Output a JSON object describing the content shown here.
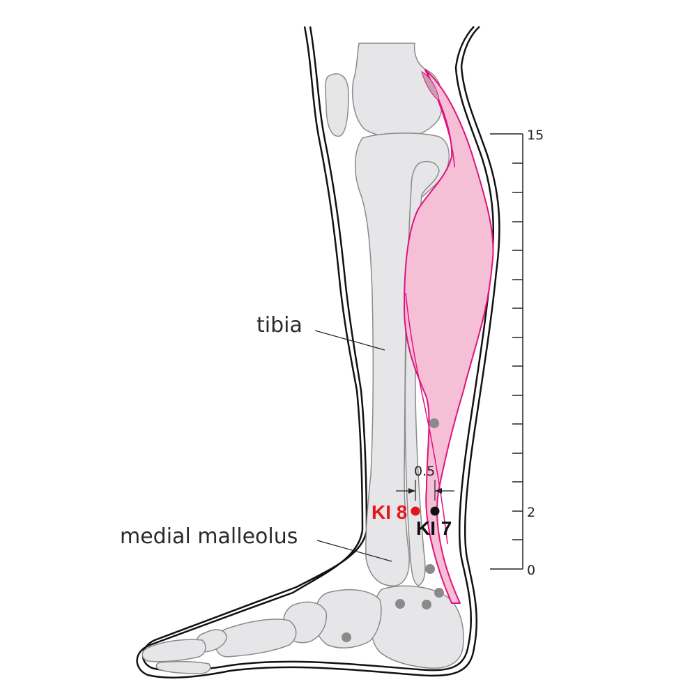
{
  "labels": {
    "tibia": "tibia",
    "medial_malleolus": "medial malleolus"
  },
  "points": {
    "ki8": {
      "label": "KI 8",
      "color": "#e8141c"
    },
    "ki7": {
      "label": "KI 7",
      "color": "#111111"
    }
  },
  "measure": {
    "distance": "0.5"
  },
  "scale": {
    "top": "15",
    "mid": "2",
    "bottom": "0"
  },
  "colors": {
    "muscle_fill": "#f5bfd6",
    "muscle_stroke": "#e0117f",
    "bone_fill": "#e6e6e8",
    "bone_stroke": "#888888",
    "outline": "#111111",
    "marker_gray": "#8a8a8a"
  }
}
